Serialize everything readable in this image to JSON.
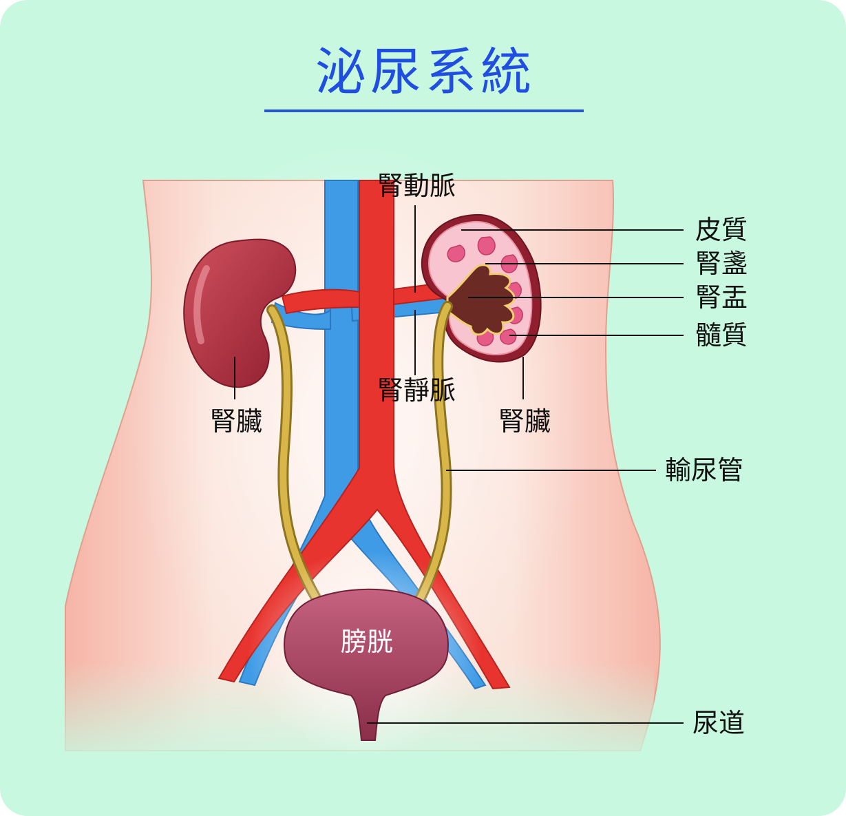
{
  "title": "泌尿系統",
  "colors": {
    "background": "#c8f8e0",
    "title": "#1f4ee0",
    "title_rule": "#2456d6",
    "skin": "#f8d3c8",
    "artery": "#e8342e",
    "vein": "#3f9be6",
    "ureter": "#c9a43a",
    "kidney": "#b8303f",
    "bladder": "#a8405e"
  },
  "labels": {
    "renal_artery": "腎動脈",
    "renal_vein": "腎靜脈",
    "kidney_left": "腎臟",
    "kidney_right": "腎臟",
    "cortex": "皮質",
    "calyx": "腎盞",
    "pelvis": "腎盂",
    "medulla": "髓質",
    "ureter": "輸尿管",
    "bladder": "膀胱",
    "urethra": "尿道"
  }
}
